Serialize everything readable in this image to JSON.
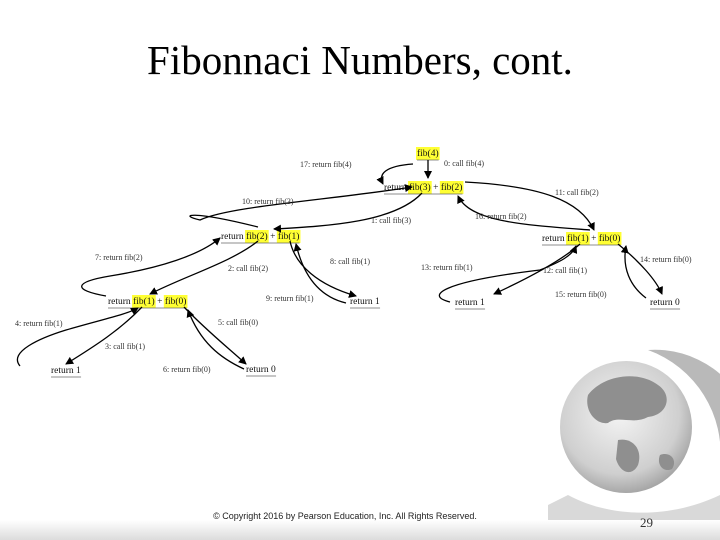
{
  "slide": {
    "title": "Fibonnaci Numbers, cont.",
    "footer": "© Copyright 2016 by Pearson Education, Inc. All Rights Reserved.",
    "page_number": "29"
  },
  "colors": {
    "highlight": "#ffff33",
    "arrow": "#000000"
  },
  "diagram": {
    "nodes": {
      "n0": [
        "fib(4)"
      ],
      "n1": [
        "return ",
        "fib(3)",
        " + ",
        "fib(2)"
      ],
      "n2": [
        "return ",
        "fib(2)",
        " + ",
        "fib(1)"
      ],
      "n3": [
        "return ",
        "fib(1)",
        " + ",
        "fib(0)"
      ],
      "n4": [
        "return ",
        "fib(1)",
        " + ",
        "fib(0)"
      ],
      "n5": [
        "return 1"
      ],
      "n6": [
        "return 0"
      ],
      "n7": [
        "return 1"
      ],
      "n8": [
        "return 1"
      ],
      "n9": [
        "return 0"
      ]
    },
    "steps": {
      "s0": "0: call fib(4)",
      "s1": "1: call fib(3)",
      "s2": "2: call fib(2)",
      "s3": "3: call fib(1)",
      "s4": "4: return fib(1)",
      "s5": "5: call fib(0)",
      "s6": "6: return fib(0)",
      "s7": "7: return fib(2)",
      "s8": "8: call fib(1)",
      "s9": "9: return fib(1)",
      "s10": "10: return fib(3)",
      "s11": "11: call fib(2)",
      "s12": "12: call fib(1)",
      "s13": "13: return fib(1)",
      "s14": "14: return fib(0)",
      "s15": "15: return fib(0)",
      "s16": "16: return fib(2)",
      "s17": "17: return fib(4)"
    }
  }
}
